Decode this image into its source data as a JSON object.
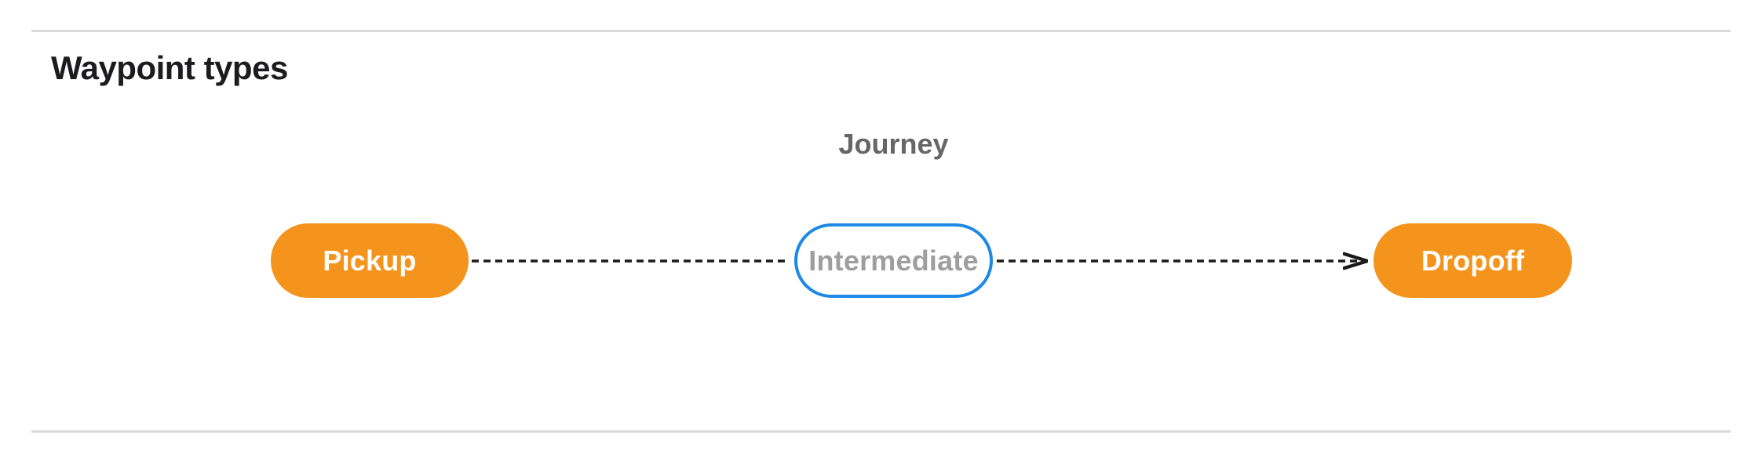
{
  "title": "Waypoint types",
  "diagram": {
    "label": "Journey",
    "nodes": [
      {
        "id": "pickup",
        "label": "Pickup",
        "kind": "terminal"
      },
      {
        "id": "intermediate",
        "label": "Intermediate",
        "kind": "intermediate"
      },
      {
        "id": "dropoff",
        "label": "Dropoff",
        "kind": "terminal"
      }
    ]
  },
  "colors": {
    "page_bg": "#ffffff",
    "rule": "#d9d9d9",
    "title_text": "#1c1c1e",
    "label_text": "#666666",
    "endpoint_fill": "#f5941d",
    "endpoint_text": "#ffffff",
    "intermediate_border": "#1e88e5",
    "intermediate_text": "#9e9e9e",
    "connector": "#1a1a1a"
  }
}
